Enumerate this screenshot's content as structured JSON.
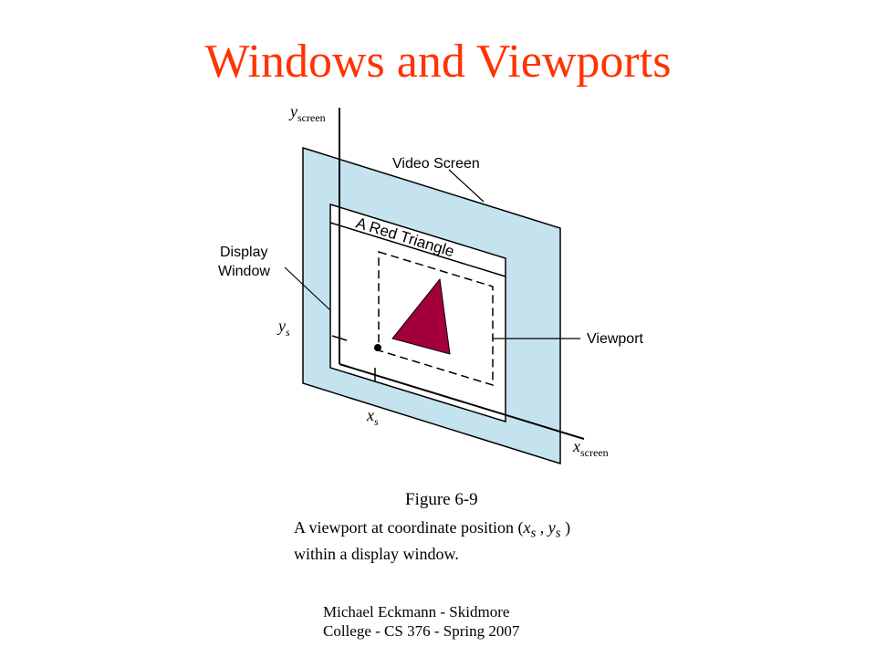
{
  "slide": {
    "title": "Windows and Viewports",
    "title_color": "#ff3300"
  },
  "diagram": {
    "video_screen_label": "Video Screen",
    "display_window_label_line1": "Display",
    "display_window_label_line2": "Window",
    "window_title": "A Red Triangle",
    "viewport_label": "Viewport",
    "y_axis_main": "y",
    "y_axis_sub": "screen",
    "x_axis_main": "x",
    "x_axis_sub": "screen",
    "ys_main": "y",
    "ys_sub": "s",
    "xs_main": "x",
    "xs_sub": "s",
    "screen_color": "#c5e3ef",
    "triangle_color": "#a3003b"
  },
  "caption": {
    "figure_number": "Figure 6-9",
    "description_prefix": "A viewport at coordinate position (",
    "x_main": "x",
    "x_sub": "s",
    "separator": " , ",
    "y_main": "y",
    "y_sub": "s",
    "description_suffix": " )",
    "description_line2": "within a display window."
  },
  "footer": {
    "line1": "Michael Eckmann - Skidmore",
    "line2": "College - CS 376 - Spring 2007"
  }
}
